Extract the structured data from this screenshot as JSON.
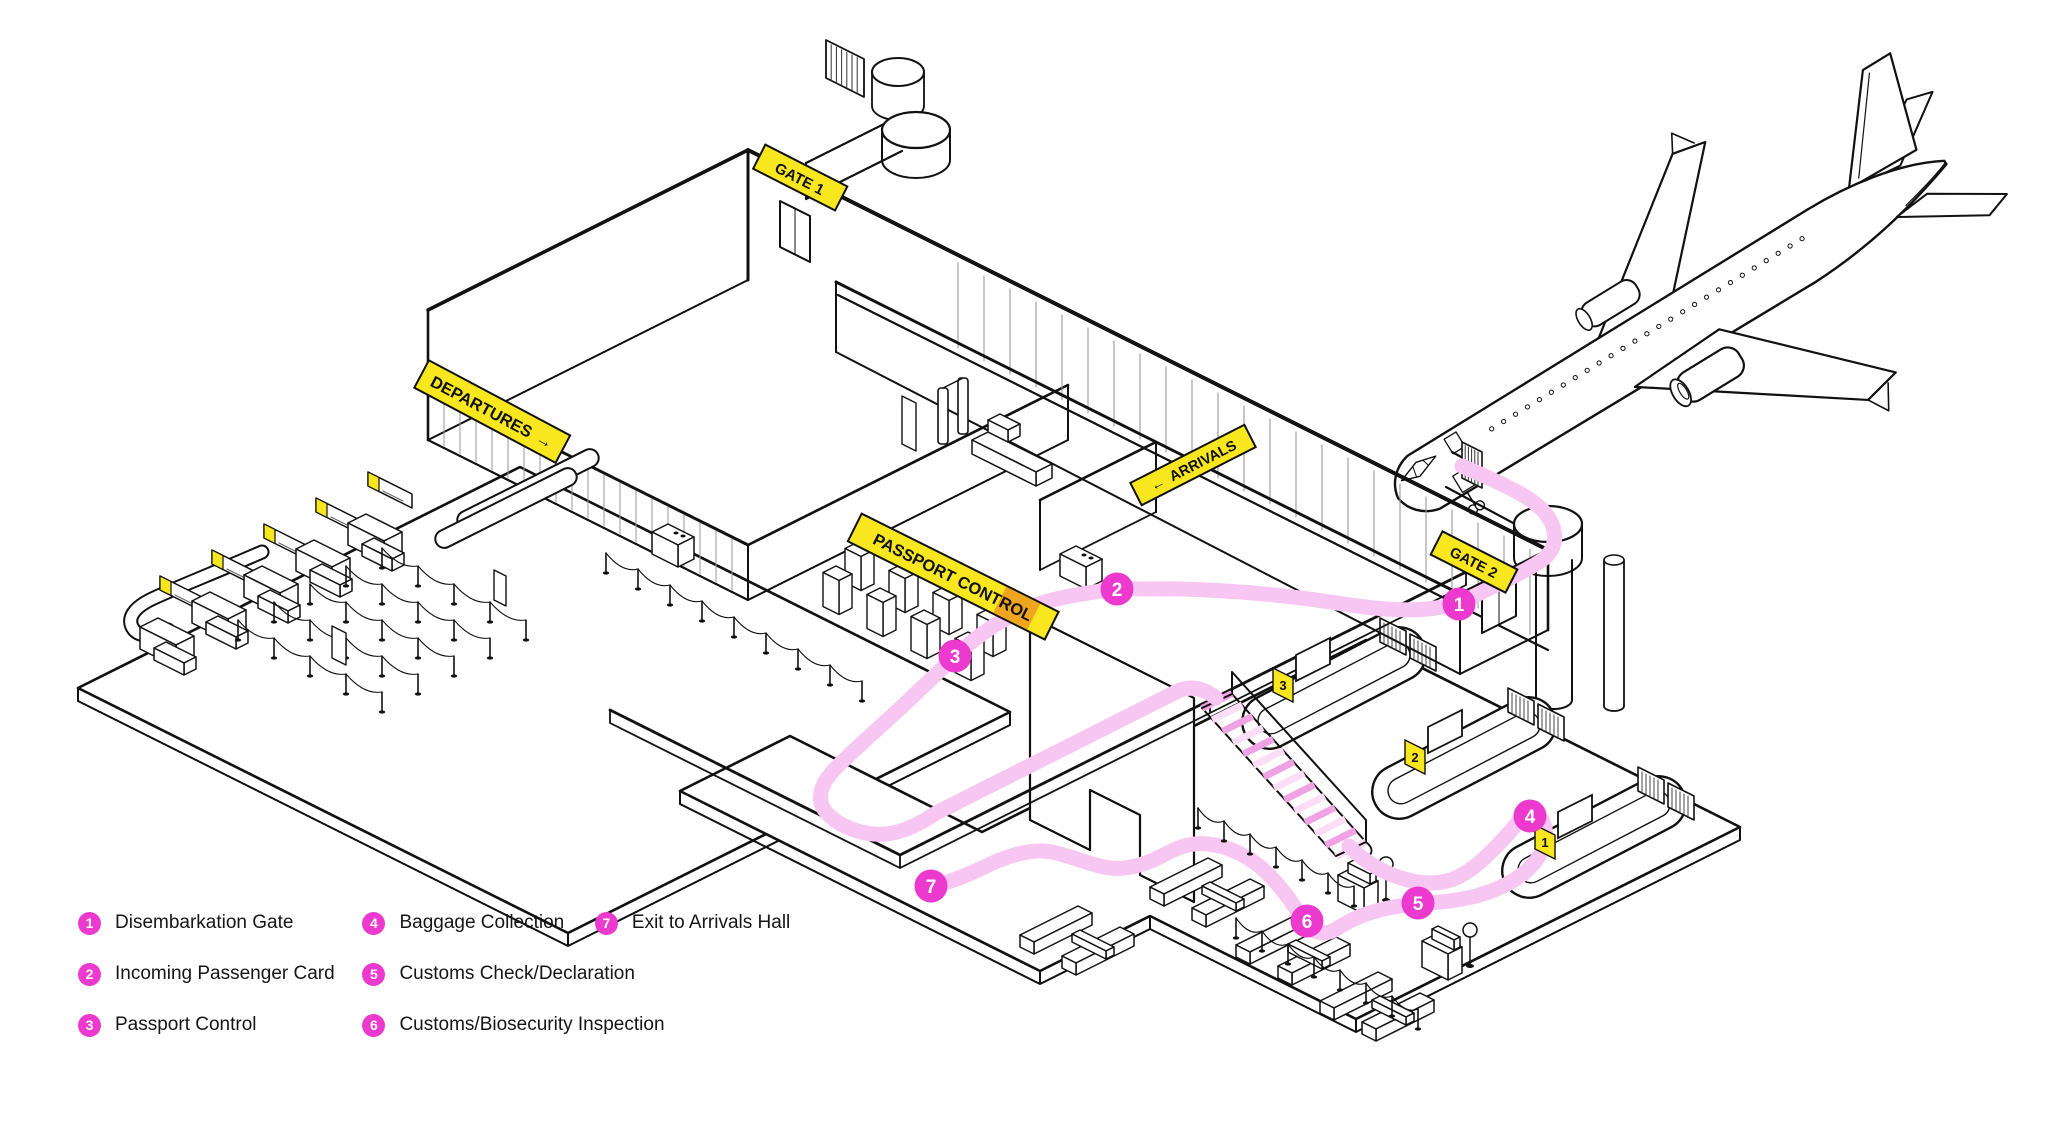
{
  "colors": {
    "magenta": "#EB3ACD",
    "path_pink": "#F8C6F2",
    "sign_yellow": "#F8E71E",
    "orange": "#F0A51F",
    "ink": "#111111",
    "escalator_pink": "#F0A3E4",
    "escalator_pink_light": "#FBDDF6"
  },
  "signs": {
    "gate1": "GATE 1",
    "gate2": "GATE 2",
    "departures": "DEPARTURES",
    "departures_arrow": "→",
    "arrivals": "ARRIVALS",
    "arrivals_arrow": "←",
    "passport_control": "PASSPORT CONTROL"
  },
  "baggage_carousels": {
    "c1": "1",
    "c2": "2",
    "c3": "3"
  },
  "legend": {
    "items": [
      {
        "num": "1",
        "label": "Disembarkation Gate"
      },
      {
        "num": "2",
        "label": "Incoming Passenger Card"
      },
      {
        "num": "3",
        "label": "Passport Control"
      },
      {
        "num": "4",
        "label": "Baggage Collection"
      },
      {
        "num": "5",
        "label": "Customs Check/Declaration"
      },
      {
        "num": "6",
        "label": "Customs/Biosecurity Inspection"
      },
      {
        "num": "7",
        "label": "Exit to Arrivals Hall"
      }
    ]
  }
}
